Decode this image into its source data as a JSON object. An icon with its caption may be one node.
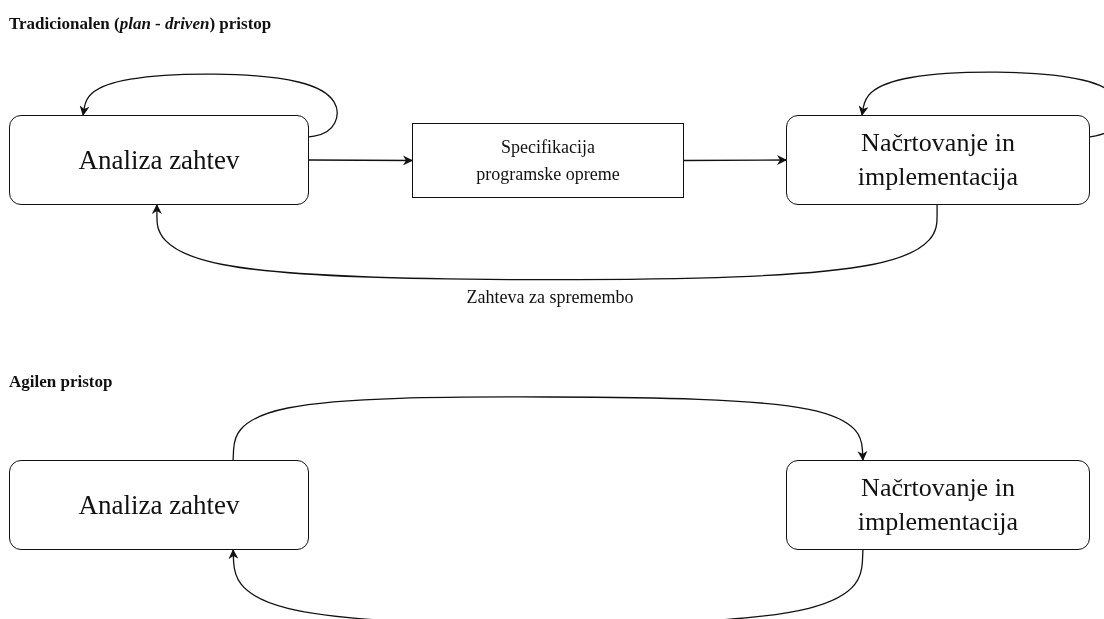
{
  "diagram": {
    "title": "Tradicionalen (*plan* - *driven*) pristop",
    "nodes": [
      {
        "text": [
          "Analiza zahtev"
        ]
      },
      {
        "text": [
          "Specifikacija programske opreme"
        ]
      },
      {
        "text": [
          "Načrtovanje in implementacija"
        ]
      },
      {
        "text": [
          "Analiza zahtev"
        ]
      },
      {
        "text": [
          "Načrtovanje in implementacija"
        ]
      }
    ],
    "edges": [
      {
        "from": 0,
        "to": 0,
        "arrow": "to"
      },
      {
        "from": 0,
        "to": 1,
        "arrow": "to"
      },
      {
        "from": 1,
        "to": 2,
        "arrow": "to"
      },
      {
        "from": 2,
        "to": 2,
        "arrow": "to"
      },
      {
        "from": 2,
        "to": 0,
        "arrow": "to",
        "label": "Zahteva za spremembo"
      },
      {
        "from": 3,
        "to": 4,
        "arrow": "to"
      },
      {
        "from": 4,
        "to": 3,
        "arrow": "to"
      }
    ],
    "labels": [
      "Agilen pristop"
    ]
  }
}
